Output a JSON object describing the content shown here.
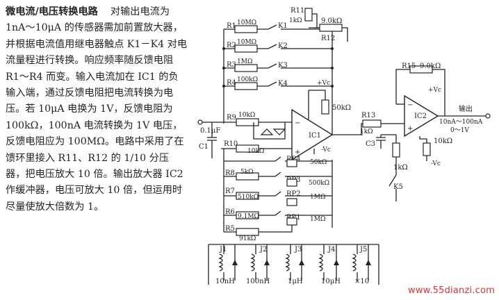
{
  "description": {
    "title": "微电流/电压转换电路",
    "body": "对输出电流为 1nA～10μA 的传感器需加前置放大器，并根据电流值用继电器触点 K1－K4 对电流量程进行转换。响应频率随反馈电阻 R1～R4 而变。输入电流加在 IC1 的负输入端，通过反馈电阻把电流转换为电压。若 10μA 电换为 1V，反馈电阻为 100kΩ，100nA 电流转换为 1V 电压，反馈电阻应为 100MΩ。电路中采用了在馈环里接入 R11、R12 的 1/10 分压器，把电压放大 10 倍。输出放大器 IC2 作缓冲器，电压可放大 10 倍，但运用时尽量使放大倍数为 1。"
  },
  "circuit": {
    "r11": "R11",
    "r11_val": "1kΩ",
    "r12": "R12",
    "r12_val": "9.0kΩ",
    "r1": "R1",
    "r1_val": "10MΩ",
    "r2": "R2",
    "r2_val": "10MΩ",
    "r3": "R3",
    "r3_val": "1MΩ",
    "r4": "R4",
    "r4_val": "100kΩ",
    "k1": "K1",
    "k2": "K2",
    "k3": "K3",
    "k4": "K4",
    "r9": "R9",
    "r9_val": "10kΩ",
    "r10": "R10",
    "r10_val": "10kΩ",
    "c1": "C1",
    "c1_val": "0.1μF",
    "ic1": "IC1",
    "vc": "+Vc",
    "vneg": "-Vc",
    "pot1_val": "50kΩ",
    "r13": "R13",
    "r13_val": "1kΩ",
    "c3": "C3",
    "r15": "R15",
    "r15_val": "9.0kΩ",
    "ic2": "IC2",
    "ic2_vc": "+Vc",
    "ic2_vneg": "-Vc",
    "pot2_val": "10kΩ",
    "out_label": "输出",
    "out_range1": "10nA～100nA",
    "out_range2": "0～1V",
    "k5_res": "1kΩ",
    "k5": "K5",
    "rp4": "RP4",
    "rp4_val": "50kΩ",
    "r8": "R8",
    "r8_val": "5kΩ",
    "rp3": "RP3",
    "rp3_val": "500kΩ",
    "r7": "R7",
    "r7_val": "510kΩ",
    "rp2": "RP2",
    "rp2_val": "1MΩ",
    "r6": "R6",
    "r6_val": "9.1MΩ",
    "rp1": "RP1",
    "rp1_val": "1MΩ",
    "r5": "R5",
    "r5_val": "91kΩ",
    "j1": "J1",
    "j2": "J2",
    "j3": "J3",
    "j4": "J4",
    "j5": "J5",
    "j1_range": "10nH",
    "j2_range": "100nH",
    "j3_range": "1μH",
    "j4_range": "10μH",
    "j5_range": "×10"
  },
  "watermark": "www.55dianzi.com"
}
